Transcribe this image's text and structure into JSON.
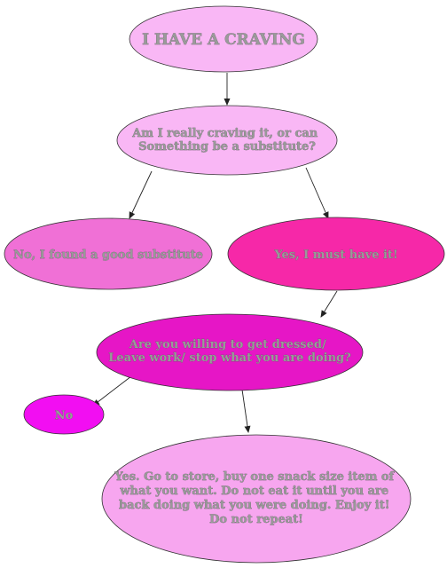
{
  "colors": {
    "pale_pink": "#f9b7f5",
    "light_pink": "#f7a6ef",
    "medium_pink": "#f070d6",
    "hot_pink": "#f628a8",
    "deep_magenta": "#e616c6",
    "bright_magenta": "#f20ef2",
    "background": "#ffffff"
  },
  "nodes": {
    "craving": {
      "lines": [
        "I HAVE A CRAVING"
      ]
    },
    "substitute_question": {
      "lines": [
        "Am I really craving it, or can",
        "Something be a substitute?"
      ]
    },
    "found_substitute": {
      "lines": [
        "No, I found a good substitute"
      ]
    },
    "must_have": {
      "lines": [
        "Yes, I must have it!"
      ]
    },
    "willing_question": {
      "lines": [
        "Are you willing to get dressed/",
        "Leave work/ stop what you are doing?"
      ]
    },
    "no": {
      "lines": [
        "No"
      ]
    },
    "yes_store": {
      "lines": [
        "Yes.  Go to store, buy one snack size item of",
        "what you want.  Do not eat it until you are",
        "back doing what you were doing.  Enjoy it!",
        "Do not repeat!"
      ]
    }
  }
}
